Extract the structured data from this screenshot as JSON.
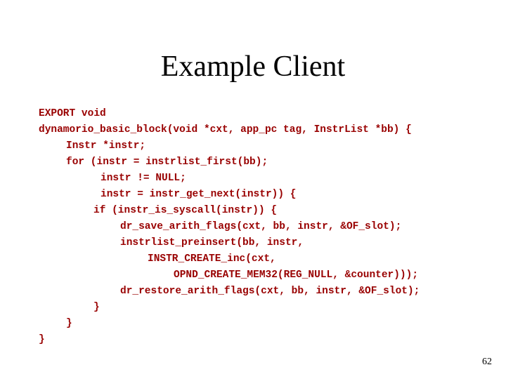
{
  "slide": {
    "title": "Example Client",
    "code_lines": [
      "EXPORT void",
      "dynamorio_basic_block(void *cxt, app_pc tag, InstrList *bb) {",
      "Instr *instr;",
      "for (instr = instrlist_first(bb);",
      "instr != NULL;",
      "instr = instr_get_next(instr)) {",
      "if (instr_is_syscall(instr)) {",
      "dr_save_arith_flags(cxt, bb, instr, &OF_slot);",
      "instrlist_preinsert(bb, instr,",
      "INSTR_CREATE_inc(cxt,",
      "OPND_CREATE_MEM32(REG_NULL, &counter)));",
      "dr_restore_arith_flags(cxt, bb, instr, &OF_slot);",
      "}",
      "}",
      "}"
    ],
    "page_number": "62"
  },
  "colors": {
    "code_text": "#990000",
    "title_text": "#000000",
    "background": "#ffffff"
  }
}
